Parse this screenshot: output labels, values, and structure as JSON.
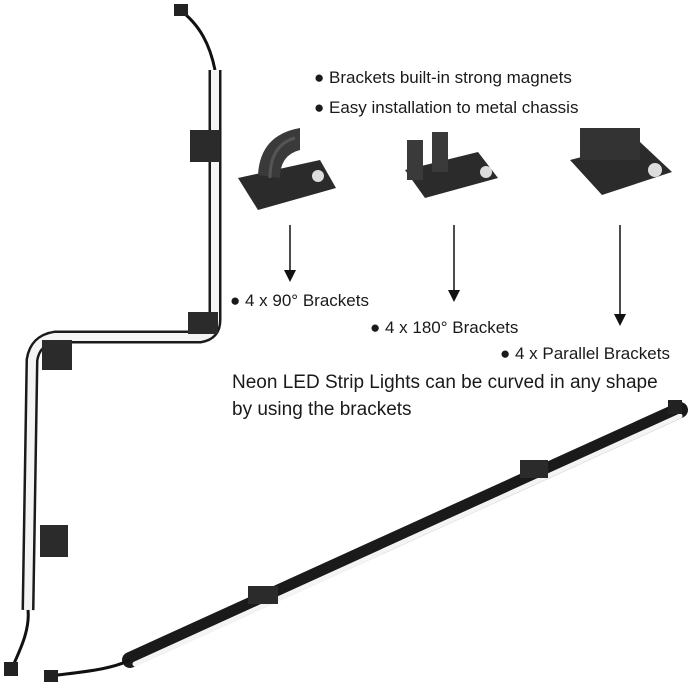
{
  "features": [
    "● Brackets built-in strong magnets",
    "● Easy installation to metal chassis"
  ],
  "brackets": [
    {
      "label": "● 4 x 90° Brackets"
    },
    {
      "label": "● 4 x 180° Brackets"
    },
    {
      "label": "● 4 x Parallel Brackets"
    }
  ],
  "description": [
    "Neon LED Strip Lights can be curved in any shape",
    "by using the brackets"
  ],
  "colors": {
    "background": "#ffffff",
    "strip_light": "#f4f4f4",
    "bracket": "#2b2b2b",
    "cable": "#111111"
  }
}
